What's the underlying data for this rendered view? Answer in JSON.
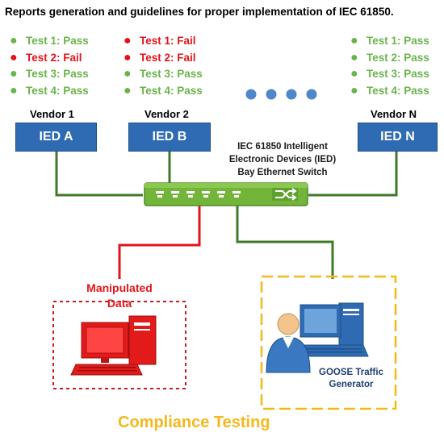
{
  "title": "Reports generation and guidelines for proper implementation of IEC 61850.",
  "colors": {
    "pass": "#6bb44b",
    "fail": "#e1151b",
    "ied": "#2f6bb2",
    "line_green": "#3f7a2c",
    "line_red": "#e1151b",
    "switch": "#73b53a",
    "dots": "#4f88c9",
    "compliance": "#f3b81c"
  },
  "vendors": [
    {
      "name": "Vendor 1",
      "ied": "IED A",
      "tests": [
        {
          "label": "Test 1: Pass",
          "status": "pass"
        },
        {
          "label": "Test 2: Fail",
          "status": "fail"
        },
        {
          "label": "Test 3: Pass",
          "status": "pass"
        },
        {
          "label": "Test 4: Pass",
          "status": "pass"
        }
      ]
    },
    {
      "name": "Vendor 2",
      "ied": "IED B",
      "tests": [
        {
          "label": "Test 1: Fail",
          "status": "fail"
        },
        {
          "label": "Test 2: Fail",
          "status": "fail"
        },
        {
          "label": "Test 3: Pass",
          "status": "pass"
        },
        {
          "label": "Test 4: Pass",
          "status": "pass"
        }
      ]
    },
    {
      "name": "Vendor N",
      "ied": "IED N",
      "tests": [
        {
          "label": "Test 1: Pass",
          "status": "pass"
        },
        {
          "label": "Test 2: Pass",
          "status": "pass"
        },
        {
          "label": "Test 3: Pass",
          "status": "pass"
        },
        {
          "label": "Test 4: Pass",
          "status": "pass"
        }
      ]
    }
  ],
  "bullet": "●",
  "switch": {
    "line1": "IEC 61850 Intelligent",
    "line2": "Electronic Devices (IED)",
    "line3": "Bay Ethernet Switch",
    "icon": "switch-arrows-icon"
  },
  "manipulated": {
    "line1": "Manipulated",
    "line2": "Data",
    "icon": "red-computer-icon"
  },
  "goose": {
    "line1": "GOOSE Traffic",
    "line2": "Generator",
    "icon": "user-computer-icon"
  },
  "footer": "Compliance Testing"
}
